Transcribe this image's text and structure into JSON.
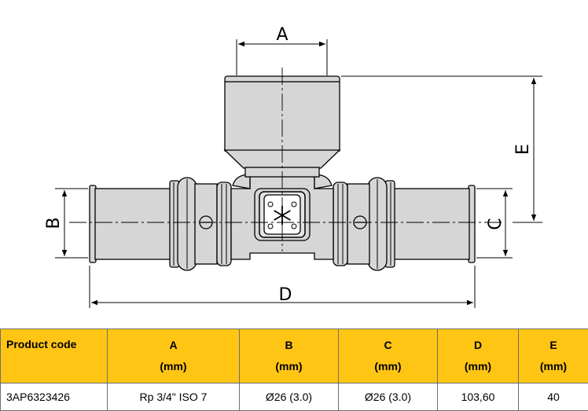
{
  "diagram": {
    "dimension_labels": {
      "a": "A",
      "b": "B",
      "c": "C",
      "d": "D",
      "e": "E"
    },
    "body_color": "#d6d6d6",
    "line_color": "#000000",
    "snowflake_icon": "snowflake-icon"
  },
  "table": {
    "header_color": "#ffc515",
    "headers": [
      {
        "name": "Product code",
        "unit": ""
      },
      {
        "name": "A",
        "unit": "(mm)"
      },
      {
        "name": "B",
        "unit": "(mm)"
      },
      {
        "name": "C",
        "unit": "(mm)"
      },
      {
        "name": "D",
        "unit": "(mm)"
      },
      {
        "name": "E",
        "unit": "(mm)"
      }
    ],
    "rows": [
      [
        "3AP6323426",
        "Rp 3/4\" ISO 7",
        "Ø26 (3.0)",
        "Ø26 (3.0)",
        "103,60",
        "40"
      ]
    ]
  }
}
